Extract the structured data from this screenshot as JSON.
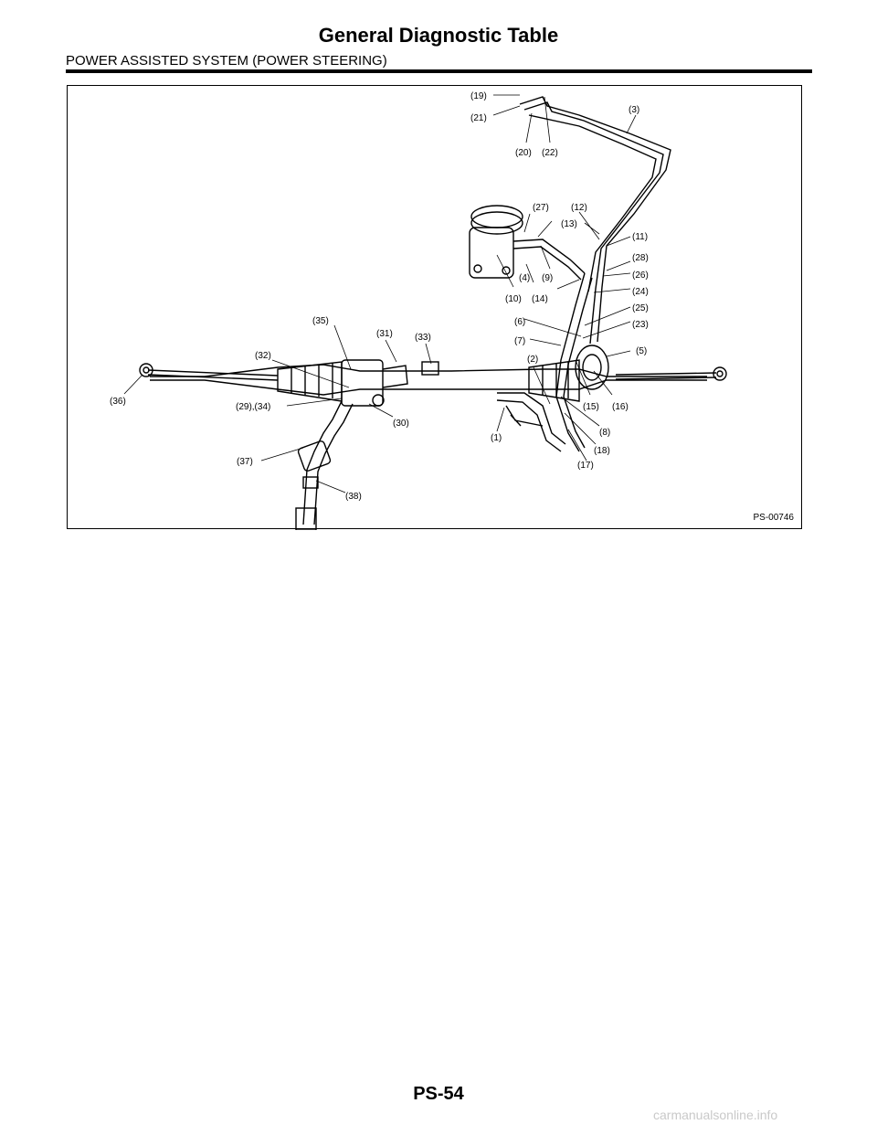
{
  "header": {
    "title": "General Diagnostic Table",
    "section": "POWER ASSISTED SYSTEM (POWER STEERING)"
  },
  "figure": {
    "code": "PS-00746",
    "callouts": [
      "(1)",
      "(2)",
      "(3)",
      "(4)",
      "(5)",
      "(6)",
      "(7)",
      "(8)",
      "(9)",
      "(10)",
      "(11)",
      "(12)",
      "(13)",
      "(14)",
      "(15)",
      "(16)",
      "(17)",
      "(18)",
      "(19)",
      "(20)",
      "(21)",
      "(22)",
      "(23)",
      "(24)",
      "(25)",
      "(26)",
      "(27)",
      "(28)",
      "(29),(34)",
      "(30)",
      "(31)",
      "(32)",
      "(33)",
      "(35)",
      "(36)",
      "(37)",
      "(38)"
    ]
  },
  "footer": {
    "page_number": "PS-54",
    "watermark": "carmanualsonline.info"
  }
}
